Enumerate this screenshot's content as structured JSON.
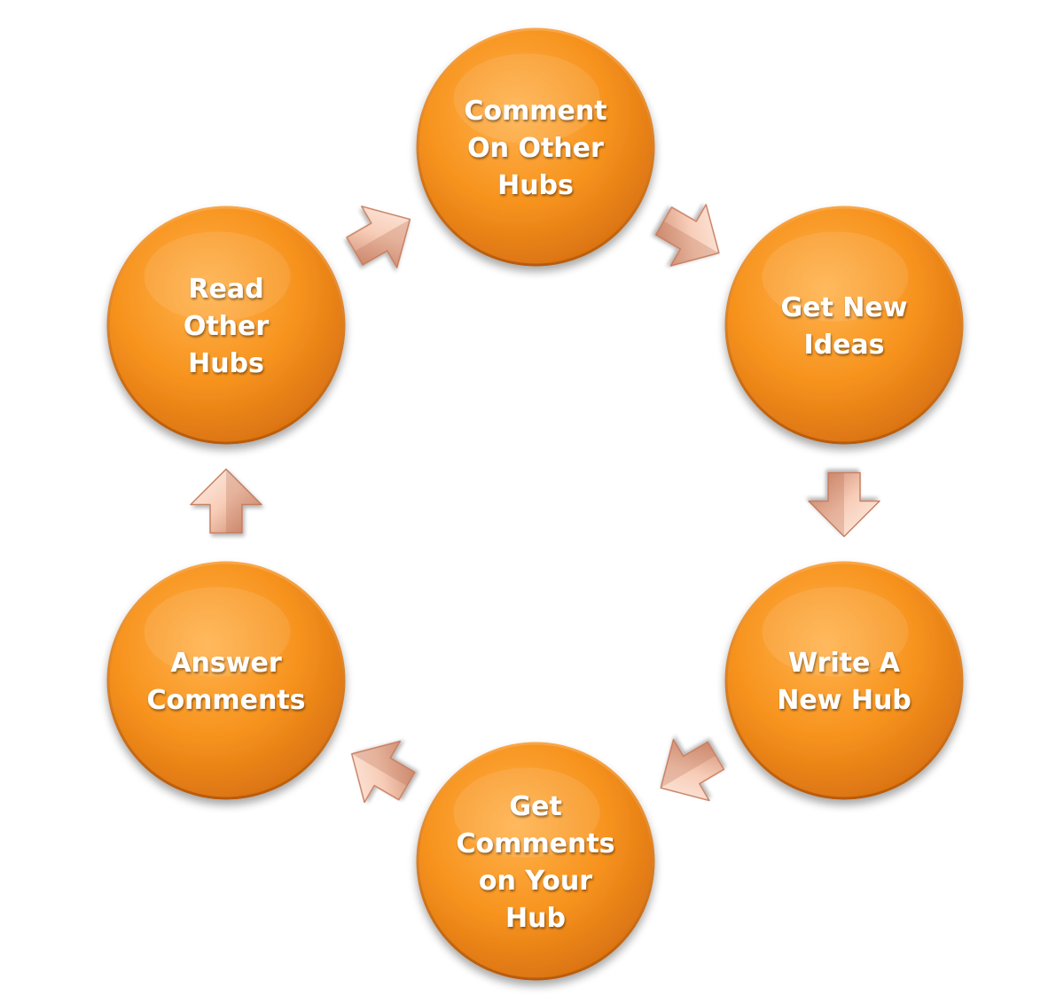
{
  "diagram": {
    "type": "cycle",
    "nodes": [
      {
        "id": "comment-on-other-hubs",
        "lines": [
          "Comment",
          "On Other",
          "Hubs"
        ]
      },
      {
        "id": "get-new-ideas",
        "lines": [
          "Get New",
          "Ideas"
        ]
      },
      {
        "id": "write-a-new-hub",
        "lines": [
          "Write A",
          "New Hub"
        ]
      },
      {
        "id": "get-comments-on-your-hub",
        "lines": [
          "Get",
          "Comments",
          "on Your",
          "Hub"
        ]
      },
      {
        "id": "answer-comments",
        "lines": [
          "Answer",
          "Comments"
        ]
      },
      {
        "id": "read-other-hubs",
        "lines": [
          "Read",
          "Other",
          "Hubs"
        ]
      }
    ],
    "edges": [
      {
        "from": "comment-on-other-hubs",
        "to": "get-new-ideas"
      },
      {
        "from": "get-new-ideas",
        "to": "write-a-new-hub"
      },
      {
        "from": "write-a-new-hub",
        "to": "get-comments-on-your-hub"
      },
      {
        "from": "get-comments-on-your-hub",
        "to": "answer-comments"
      },
      {
        "from": "answer-comments",
        "to": "read-other-hubs"
      },
      {
        "from": "read-other-hubs",
        "to": "comment-on-other-hubs"
      }
    ],
    "colors": {
      "node_fill": "#f7931e",
      "node_highlight": "#ffb04a",
      "node_shadow": "#c8620a",
      "node_text": "#ffffff",
      "arrow_light": "#fce3d6",
      "arrow_dark": "#d9967a"
    }
  }
}
